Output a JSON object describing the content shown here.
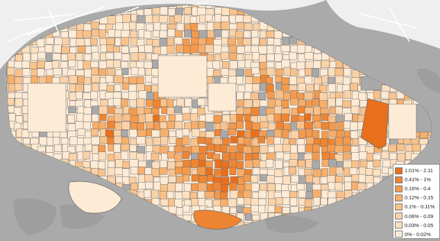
{
  "map": {
    "colors": {
      "sea": "#aaaaaa",
      "background_land": "#efefef",
      "road": "#ffffff",
      "no_data": "#a9a9a9",
      "boundary": "#6b6b6b"
    },
    "legend": {
      "items": [
        {
          "label": "1.01% - 2.11",
          "color": "#e8701c"
        },
        {
          "label": "0.41% - 1%",
          "color": "#ee8533"
        },
        {
          "label": "0.16% - 0.4",
          "color": "#f39a4d"
        },
        {
          "label": "0.12% - 0.15",
          "color": "#f7af6c"
        },
        {
          "label": "0.1% - 0.11%",
          "color": "#f9c28b"
        },
        {
          "label": "0.06% - 0.09",
          "color": "#fbd2a7"
        },
        {
          "label": "0.03% - 0.05",
          "color": "#fde0bf"
        },
        {
          "label": "0% - 0.02%",
          "color": "#fdebd6"
        }
      ]
    }
  }
}
